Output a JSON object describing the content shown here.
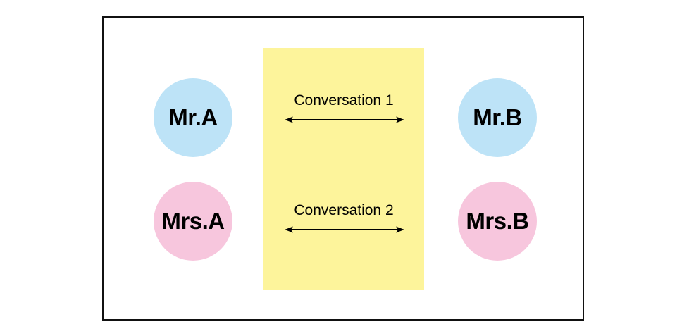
{
  "colors": {
    "channel": "#fdf49b",
    "male": "#bde3f7",
    "female": "#f7c6dd",
    "frame_border": "#111111",
    "arrow": "#000000"
  },
  "people": {
    "mr_a": "Mr.A",
    "mr_b": "Mr.B",
    "mrs_a": "Mrs.A",
    "mrs_b": "Mrs.B"
  },
  "conversations": [
    {
      "label": "Conversation 1"
    },
    {
      "label": "Conversation 2"
    }
  ]
}
